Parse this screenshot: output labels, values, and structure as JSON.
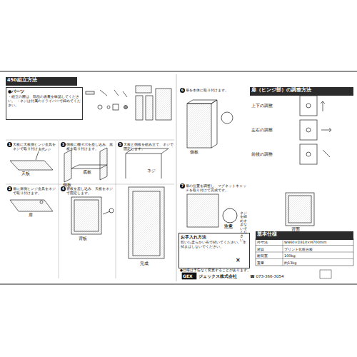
{
  "diagram": {
    "title": "450組立方法",
    "nodes": [
      {
        "text": [
          "450組立方法"
        ]
      },
      {
        "text": [
          "●パーツ",
          "・組立の際は、部品の表裏を確認してください。 ・ネジは付属のドライバーで締めてください。"
        ]
      },
      {
        "text": [
          "扉（ヒンジ部）の調整方法"
        ]
      },
      {
        "text": [
          "お手入れ方法",
          "乾いた柔らかい布で拭いてください。 水拭きはしないでください。"
        ]
      },
      {
        "text": [
          "基本仕様"
        ]
      }
    ],
    "labels": [
      "1",
      "天板に天板側ヒンジ金具をネジで取り付けます。",
      "天板",
      "ヒンジ",
      "2",
      "扉に扉側ヒンジ金具をネジで取り付けます。",
      "扉",
      "3",
      "側板に棚ダボを差し込み、底板を取り付けます。",
      "側板",
      "底板",
      "4",
      "背板を差し込み、天板をネジで固定します。",
      "背板",
      "5",
      "天板と側板を組み立て、ネジで固定します。",
      "ネジ",
      "完成",
      "6",
      "扉を本体に取り付けます。",
      "側板",
      "7",
      "扉の位置を調整し、マグネットキャッチを取り付けて完成です。",
      "注意",
      "ネジを締めすぎないでください。",
      "上下の調整",
      "左右の調整",
      "前後の調整",
      "背面",
      "外寸法",
      "W460×D310×H700mm",
      "材質",
      "プリント化粧合板",
      "耐荷重",
      "100kg",
      "重量",
      "約13kg",
      "●仕様は予告なく変更することがあります。",
      "GEX",
      "ジェックス株式会社",
      "☎ 073-366-3054",
      "×"
    ]
  }
}
